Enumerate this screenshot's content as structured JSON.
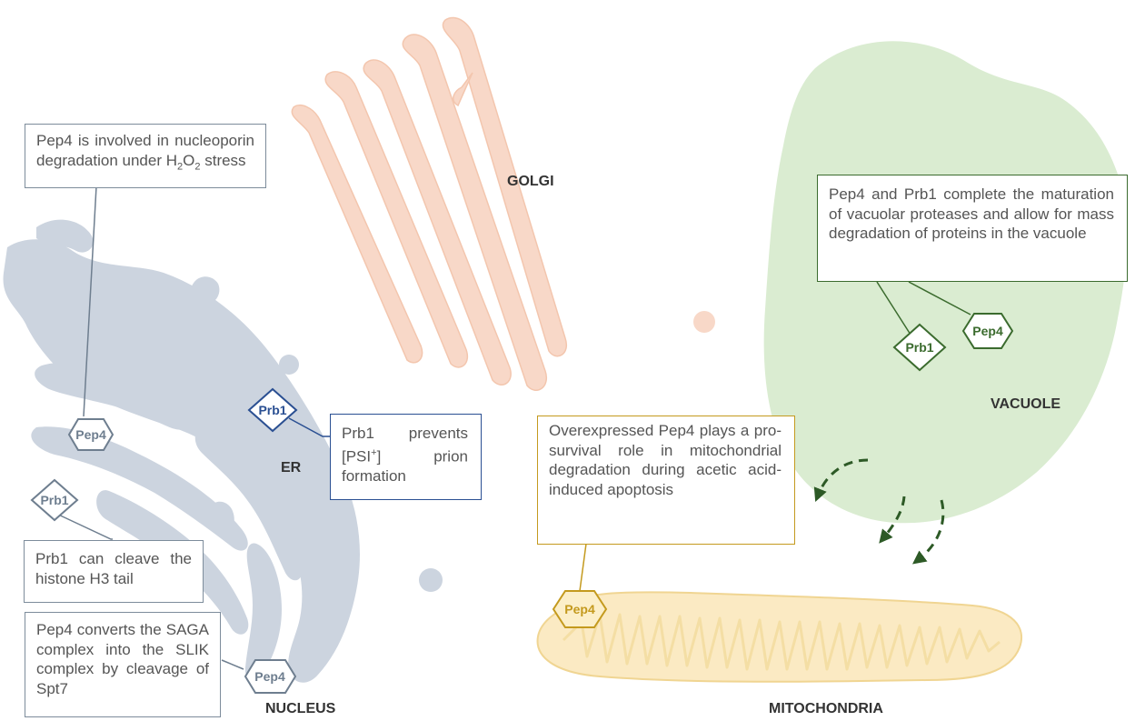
{
  "organelles": {
    "golgi": "GOLGI",
    "er": "ER",
    "vacuole": "VACUOLE",
    "nucleus": "NUCLEUS",
    "mitochondria": "MITOCHONDRIA"
  },
  "proteins": {
    "pep4": "Pep4",
    "prb1": "Prb1"
  },
  "notes": {
    "nucleoporin": {
      "text_before": "Pep4 is involved in nucleoporin degradation under H",
      "sub1": "2",
      "text_mid": "O",
      "sub2": "2",
      "text_after": " stress"
    },
    "vacuole": "Pep4 and Prb1 complete the maturation of vacuolar proteases and allow for mass degradation of proteins in the vacuole",
    "prion": {
      "text_before": "Prb1 prevents [PSI",
      "sup": "+",
      "text_after": "] prion formation"
    },
    "mito": "Overexpressed Pep4 plays a pro-survival role in mitochondrial degradation during acetic acid-induced apoptosis",
    "histone": "Prb1 can cleave the histone H3 tail",
    "saga": "Pep4 converts the SAGA complex into the SLIK complex by cleavage of Spt7"
  },
  "colors": {
    "golgi_fill": "#f8d8c8",
    "er_fill": "#ccd4df",
    "vacuole_fill": "#daecd1",
    "mito_fill": "#fbeac3",
    "mito_stroke": "#f0d592",
    "gray_marker": "#6e7e8f",
    "blue_marker": "#2a4f92",
    "green_marker": "#3b6b2e",
    "gold_marker": "#c49a1e",
    "arrow": "#2d5a26"
  }
}
